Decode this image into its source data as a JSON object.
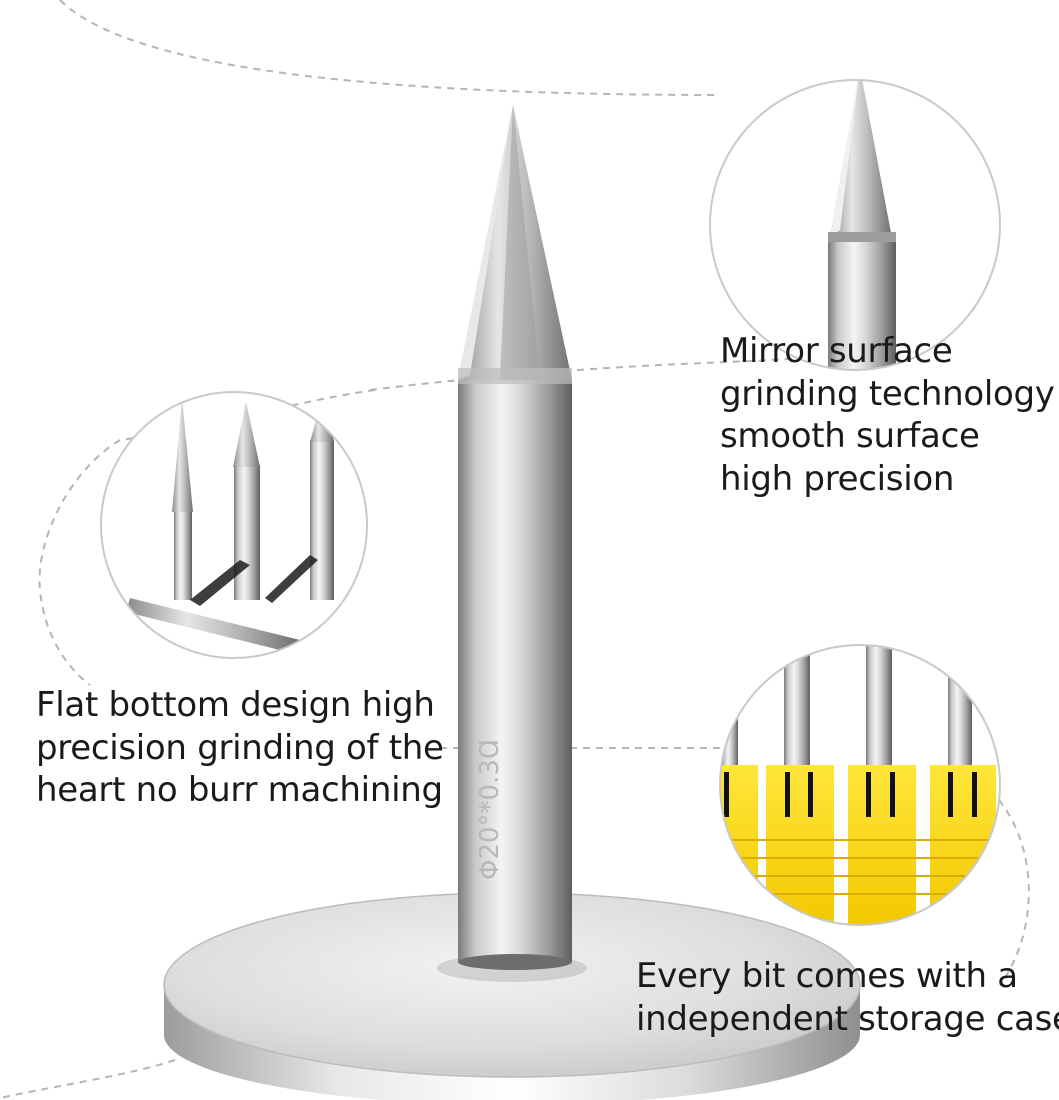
{
  "captions": {
    "mirror": [
      "Mirror surface",
      "grinding technology",
      "smooth surface",
      "high precision"
    ],
    "flat": [
      "Flat bottom design high",
      "precision grinding of the",
      "heart no burr machining"
    ],
    "case": [
      "Every bit comes with a",
      "independent storage case"
    ]
  },
  "bit_marking": "Φ20°*0.3Ɑ"
}
